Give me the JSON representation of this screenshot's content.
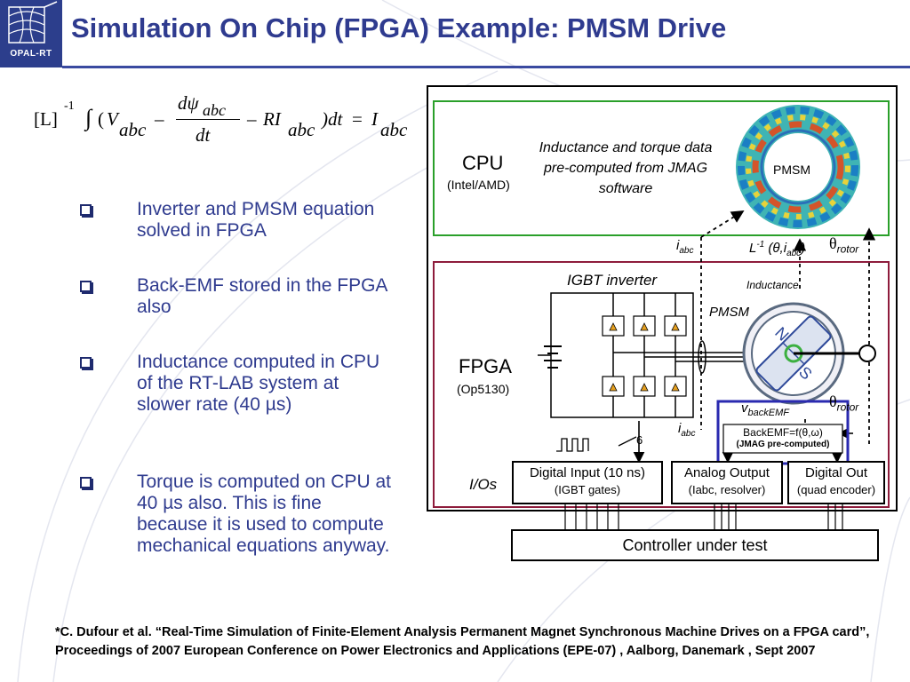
{
  "header": {
    "logo_text": "OPAL-RT",
    "title": "Simulation On Chip (FPGA)  Example: PMSM Drive"
  },
  "equation": {
    "lhs_bracket": "[L]",
    "inverse": "-1",
    "integral": "∫",
    "open_paren": "(",
    "V": "V",
    "sub_abc": "abc",
    "minus1": "–",
    "numerator": "dψ",
    "num_sub": "abc",
    "denominator": "dt",
    "minus2": "–",
    "RI": "RI",
    "close": ")dt",
    "equals": "=",
    "I": "I"
  },
  "bullets": [
    "Inverter and PMSM equation solved in FPGA",
    "Back-EMF stored in the FPGA also",
    "Inductance computed in CPU of the RT-LAB system at slower rate (40  µs)",
    "Torque is computed on CPU at 40 µs also. This is fine because it is used to compute mechanical equations anyway."
  ],
  "diagram": {
    "cpu_label": "CPU",
    "cpu_sub": "(Intel/AMD)",
    "cpu_note": "Inductance and torque data pre-computed from JMAG software",
    "pmsm_fe_label": "PMSM",
    "i_abc_top": "i",
    "i_abc_top_sub": "abc",
    "l_inv": "L",
    "l_inv_sup": "-1",
    "l_inv_args": "(θ,i",
    "l_inv_args_sub": "abc",
    "l_inv_close": ")",
    "theta_rotor_top": "θ",
    "theta_rotor_top_sub": "rotor",
    "inductance_label": "Inductance",
    "igbt_label": "IGBT inverter",
    "pmsm_label": "PMSM",
    "fpga_label": "FPGA",
    "fpga_sub": "(Op5130)",
    "n_label": "N",
    "s_label": "S",
    "v_backemf": "v",
    "v_backemf_sub": "backEMF",
    "theta_rotor_mid": "θ",
    "theta_rotor_mid_sub": "rotor",
    "i_abc_mid": "i",
    "i_abc_mid_sub": "abc",
    "backemf_formula": "BackEMF=f(θ,ω)",
    "backemf_note": "(JMAG pre-computed)",
    "six_label": "6",
    "ios_label": "I/Os",
    "digital_input": "Digital Input (10 ns)",
    "digital_input_sub": "(IGBT gates)",
    "analog_output": "Analog Output",
    "analog_output_sub": "(Iabc, resolver)",
    "digital_out": "Digital Out",
    "digital_out_sub": "(quad encoder)",
    "controller": "Controller under test"
  },
  "footnote": "*C. Dufour et al. “Real-Time Simulation of Finite-Element Analysis  Permanent Magnet Synchronous Machine Drives on a FPGA card”,   Proceedings of  2007 European Conference on Power Electronics and Applications (EPE-07) , Aalborg, Danemark , Sept 2007",
  "colors": {
    "title": "#2f3b8f",
    "cpu_border": "#2aa02a",
    "fpga_border": "#8e1c3c",
    "backemf_border": "#2a2ab0",
    "logo_bg": "#2c3e8c"
  }
}
